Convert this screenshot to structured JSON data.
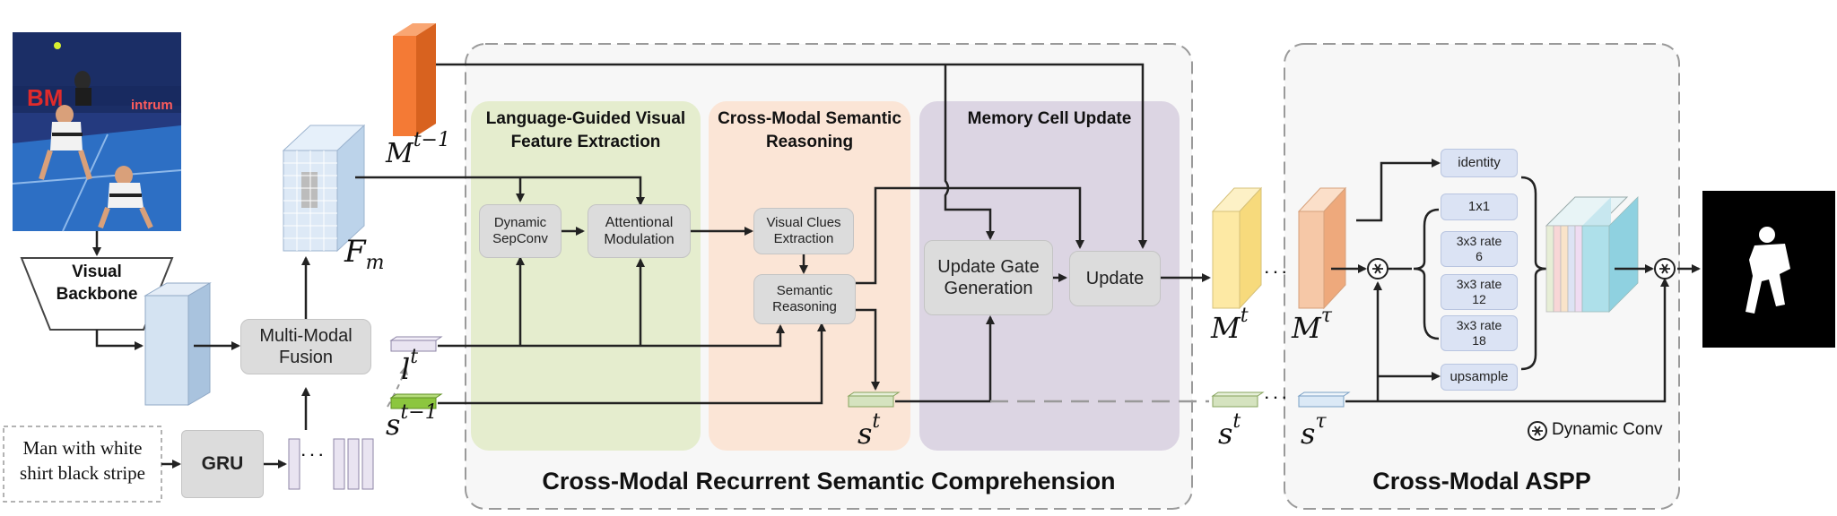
{
  "image": {
    "description_caption": "Man with white shirt black stripe"
  },
  "backbone": {
    "label": "Visual Backbone"
  },
  "gru": {
    "label": "GRU"
  },
  "fusion": {
    "label": "Multi-Modal Fusion"
  },
  "symbols": {
    "F_m": {
      "base": "F",
      "sub": "m"
    },
    "M_prev": {
      "base": "M",
      "sup": "t−1"
    },
    "l_t": {
      "base": "l",
      "sup": "t"
    },
    "s_prev": {
      "base": "s",
      "sup": "t−1"
    },
    "s_t_center": {
      "base": "s",
      "sup": "t"
    },
    "M_t": {
      "base": "M",
      "sup": "t"
    },
    "M_tau": {
      "base": "M",
      "sup": "τ"
    },
    "s_t_right": {
      "base": "s",
      "sup": "t"
    },
    "s_tau": {
      "base": "s",
      "sup": "τ"
    }
  },
  "sections": {
    "lgvfe": {
      "title": "Language-Guided Visual Feature Extraction"
    },
    "cmsr": {
      "title": "Cross-Modal Semantic Reasoning"
    },
    "mcu": {
      "title": "Memory Cell Update"
    }
  },
  "blocks": {
    "dyn_sepconv": "Dynamic SepConv",
    "attn_mod": "Attentional Modulation",
    "visual_clues": "Visual Clues Extraction",
    "sem_reasoning": "Semantic Reasoning",
    "update_gate": "Update Gate Generation",
    "update": "Update"
  },
  "panels": {
    "recurrent": {
      "title": "Cross-Modal Recurrent Semantic Comprehension"
    },
    "aspp": {
      "title": "Cross-Modal ASPP"
    }
  },
  "aspp_branches": {
    "identity": "identity",
    "conv1": "1x1",
    "conv3_r6": "3x3 rate 6",
    "conv3_r12": "3x3 rate 12",
    "conv3_r18": "3x3 rate 18",
    "upsample": "upsample"
  },
  "legend": {
    "symbol": "⊛",
    "label": "Dynamic Conv"
  },
  "ellipsis": "· · ·",
  "colors": {
    "lgvfe_bg": "#e5edce",
    "cmsr_bg": "#fbe5d6",
    "mcu_bg": "#dcd5e3",
    "memory_prev": "#f47a35",
    "memory_t": "#fde9a4",
    "memory_tau": "#f6c8a7",
    "state_prev": "#8cc63f",
    "state_t": "#d5e3bf",
    "state_tau": "#dbe9f6",
    "sentence_l": "#e9e4f1",
    "backbone_feat": "#d4e3f2",
    "gray_block": "#dcdcdc",
    "aspp_block": "#dbe3f4"
  }
}
